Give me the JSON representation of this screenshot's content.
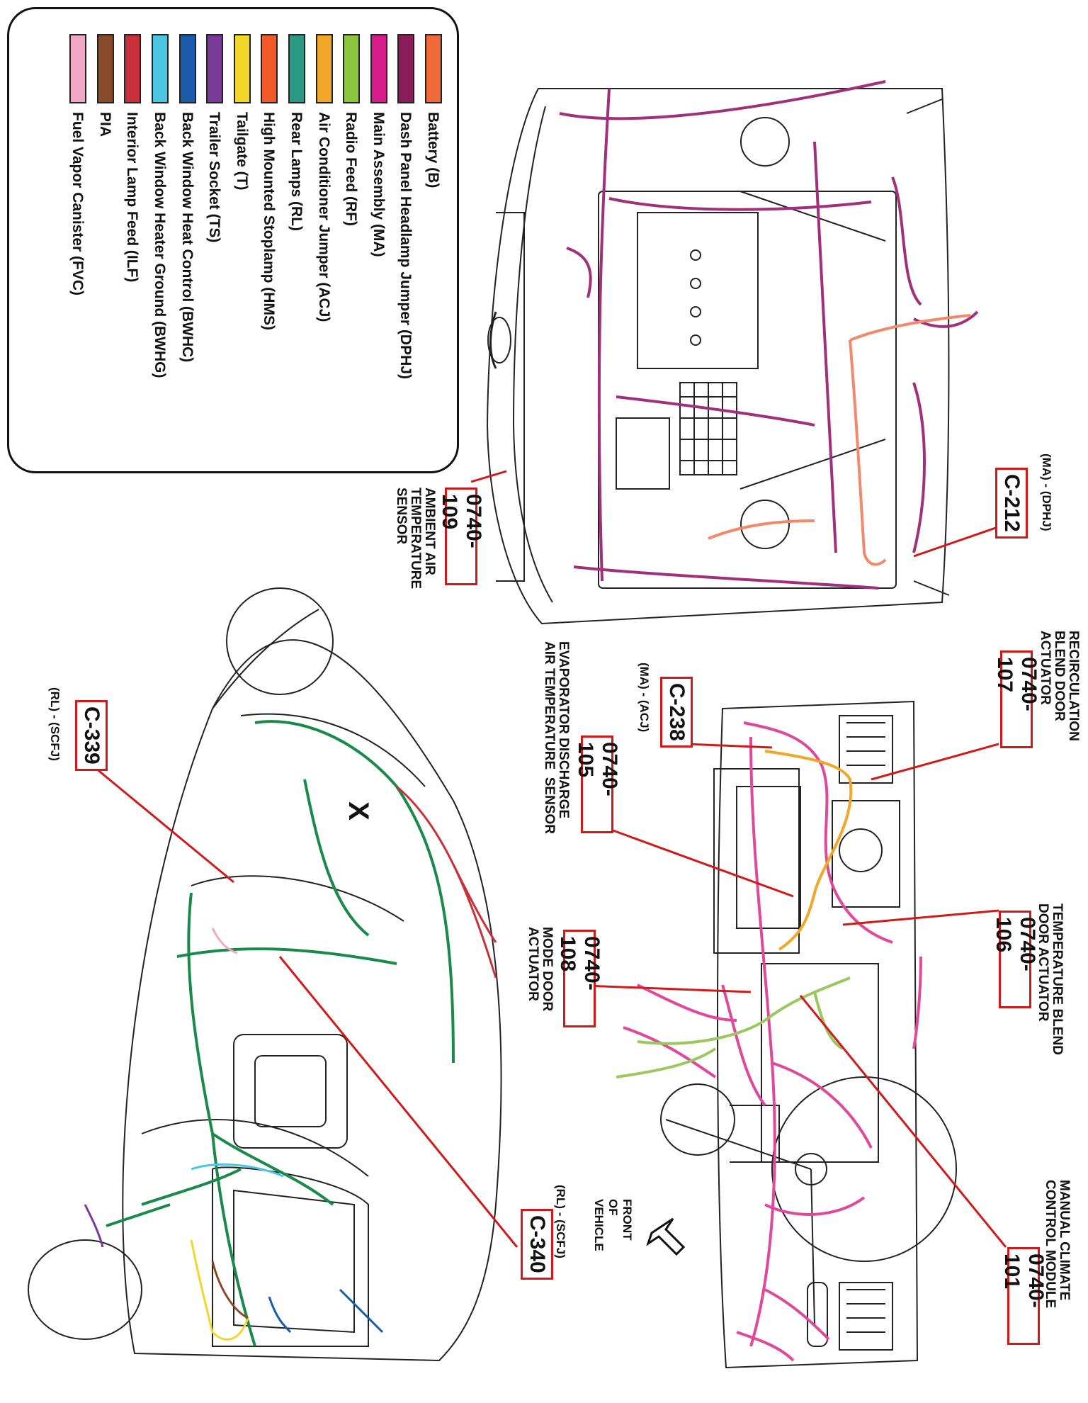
{
  "legend": {
    "items": [
      {
        "label": "Battery (B)",
        "color": "#f26a3a"
      },
      {
        "label": "Dash Panel Headlamp Jumper (DPHJ)",
        "color": "#8a1c5a"
      },
      {
        "label": "Main Assembly (MA)",
        "color": "#d81b8a"
      },
      {
        "label": "Radio Feed (RF)",
        "color": "#8ac53e"
      },
      {
        "label": "Air Conditioner Jumper   (ACJ)",
        "color": "#f2a62a"
      },
      {
        "label": "Rear Lamps (RL)",
        "color": "#2a9a82"
      },
      {
        "label": "High Mounted Stoplamp (HMS)",
        "color": "#f25a2a"
      },
      {
        "label": "Tailgate (T)",
        "color": "#f2d62a"
      },
      {
        "label": "Trailer Socket  (TS)",
        "color": "#7a3a9a"
      },
      {
        "label": "Back Window Heat Control (BWHC)",
        "color": "#1a5aaa"
      },
      {
        "label": "Back Window Heater Ground (BWHG)",
        "color": "#4ac6e2"
      },
      {
        "label": "Interior Lamp Feed (ILF)",
        "color": "#c8303a"
      },
      {
        "label": "PIA",
        "color": "#8a4a2a"
      },
      {
        "label": "Fuel Vapor Canister (FVC)",
        "color": "#f2a6c6"
      }
    ]
  },
  "callouts": {
    "c212": {
      "code": "C-212",
      "sub": "(MA) - (DPHJ)"
    },
    "c0740_109": {
      "code": "0740-109",
      "desc": "AMBIENT AIR\nTEMPERATURE\nSENSOR"
    },
    "c0740_107": {
      "code": "0740-107",
      "desc": "RECIRCULATION\nBLEND DOOR\nACTUATOR"
    },
    "c238": {
      "code": "C-238",
      "sub": "(MA) - (ACJ)"
    },
    "c0740_105": {
      "code": "0740-105",
      "desc": "EVAPORATOR DISCHARGE\nAIR TEMPERATURE  SENSOR"
    },
    "c0740_106": {
      "code": "0740-106",
      "desc": "TEMPERATURE BLEND\nDOOR ACTUATOR"
    },
    "c0740_108": {
      "code": "0740-108",
      "desc": "MODE DOOR\nACTUATOR"
    },
    "c0740_101": {
      "code": "0740-101",
      "desc": "MANUAL CLIMATE\nCONTROL MODULE"
    },
    "c339": {
      "code": "C-339",
      "sub": "(RL) - (SCFJ)"
    },
    "c340": {
      "code": "C-340",
      "sub": "(RL) - (SCFJ)"
    }
  },
  "front_label": "FRONT\nOF\nVEHICLE",
  "x_mark": "X",
  "colors": {
    "callout": "#d01a1a",
    "ma_wire": "#a0307a",
    "dash_wire": "#e0489a",
    "rear_wire": "#1a8a4a"
  }
}
